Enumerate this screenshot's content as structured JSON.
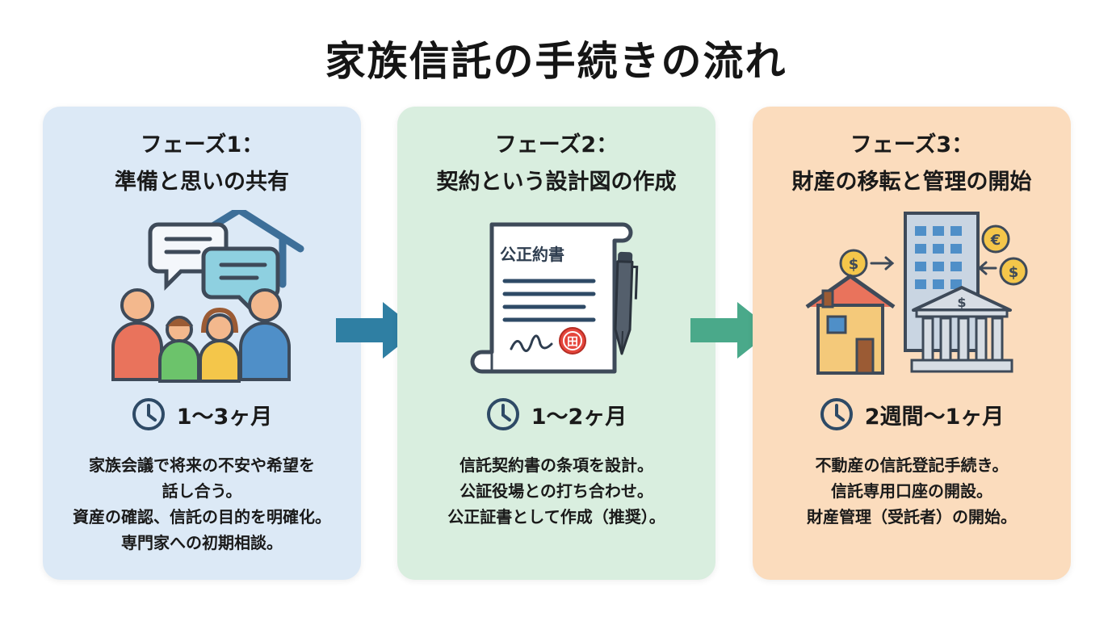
{
  "title": "家族信託の手続きの流れ",
  "phases": [
    {
      "heading_line1": "フェーズ1：",
      "heading_line2": "準備と思いの共有",
      "duration": "1〜3ヶ月",
      "description": [
        "家族会議で将来の不安や希望を",
        "話し合う。",
        "資産の確認、信託の目的を明確化。",
        "専門家への初期相談。"
      ],
      "illustration_icon": "family-meeting-house-icon"
    },
    {
      "heading_line1": "フェーズ2：",
      "heading_line2": "契約という設計図の作成",
      "duration": "1〜2ヶ月",
      "description": [
        "信託契約書の条項を設計。",
        "公証役場との打ち合わせ。",
        "公正証書として作成（推奨）。"
      ],
      "illustration_icon": "contract-document-pen-icon",
      "document_label": "公正約書",
      "seal_glyph": "⽥"
    },
    {
      "heading_line1": "フェーズ3：",
      "heading_line2": "財産の移転と管理の開始",
      "duration": "2週間〜1ヶ月",
      "description": [
        "不動産の信託登記手続き。",
        "信託専用口座の開設。",
        "財産管理（受託者）の開始。"
      ],
      "illustration_icon": "property-bank-money-icon",
      "coin_symbols": [
        "$",
        "€",
        "$",
        "$"
      ]
    }
  ],
  "colors": {
    "phase1_bg": "#dce9f6",
    "phase2_bg": "#d9eedf",
    "phase3_bg": "#fbdcbd",
    "arrow1": "#2f7fa3",
    "arrow2": "#4aa98a"
  }
}
